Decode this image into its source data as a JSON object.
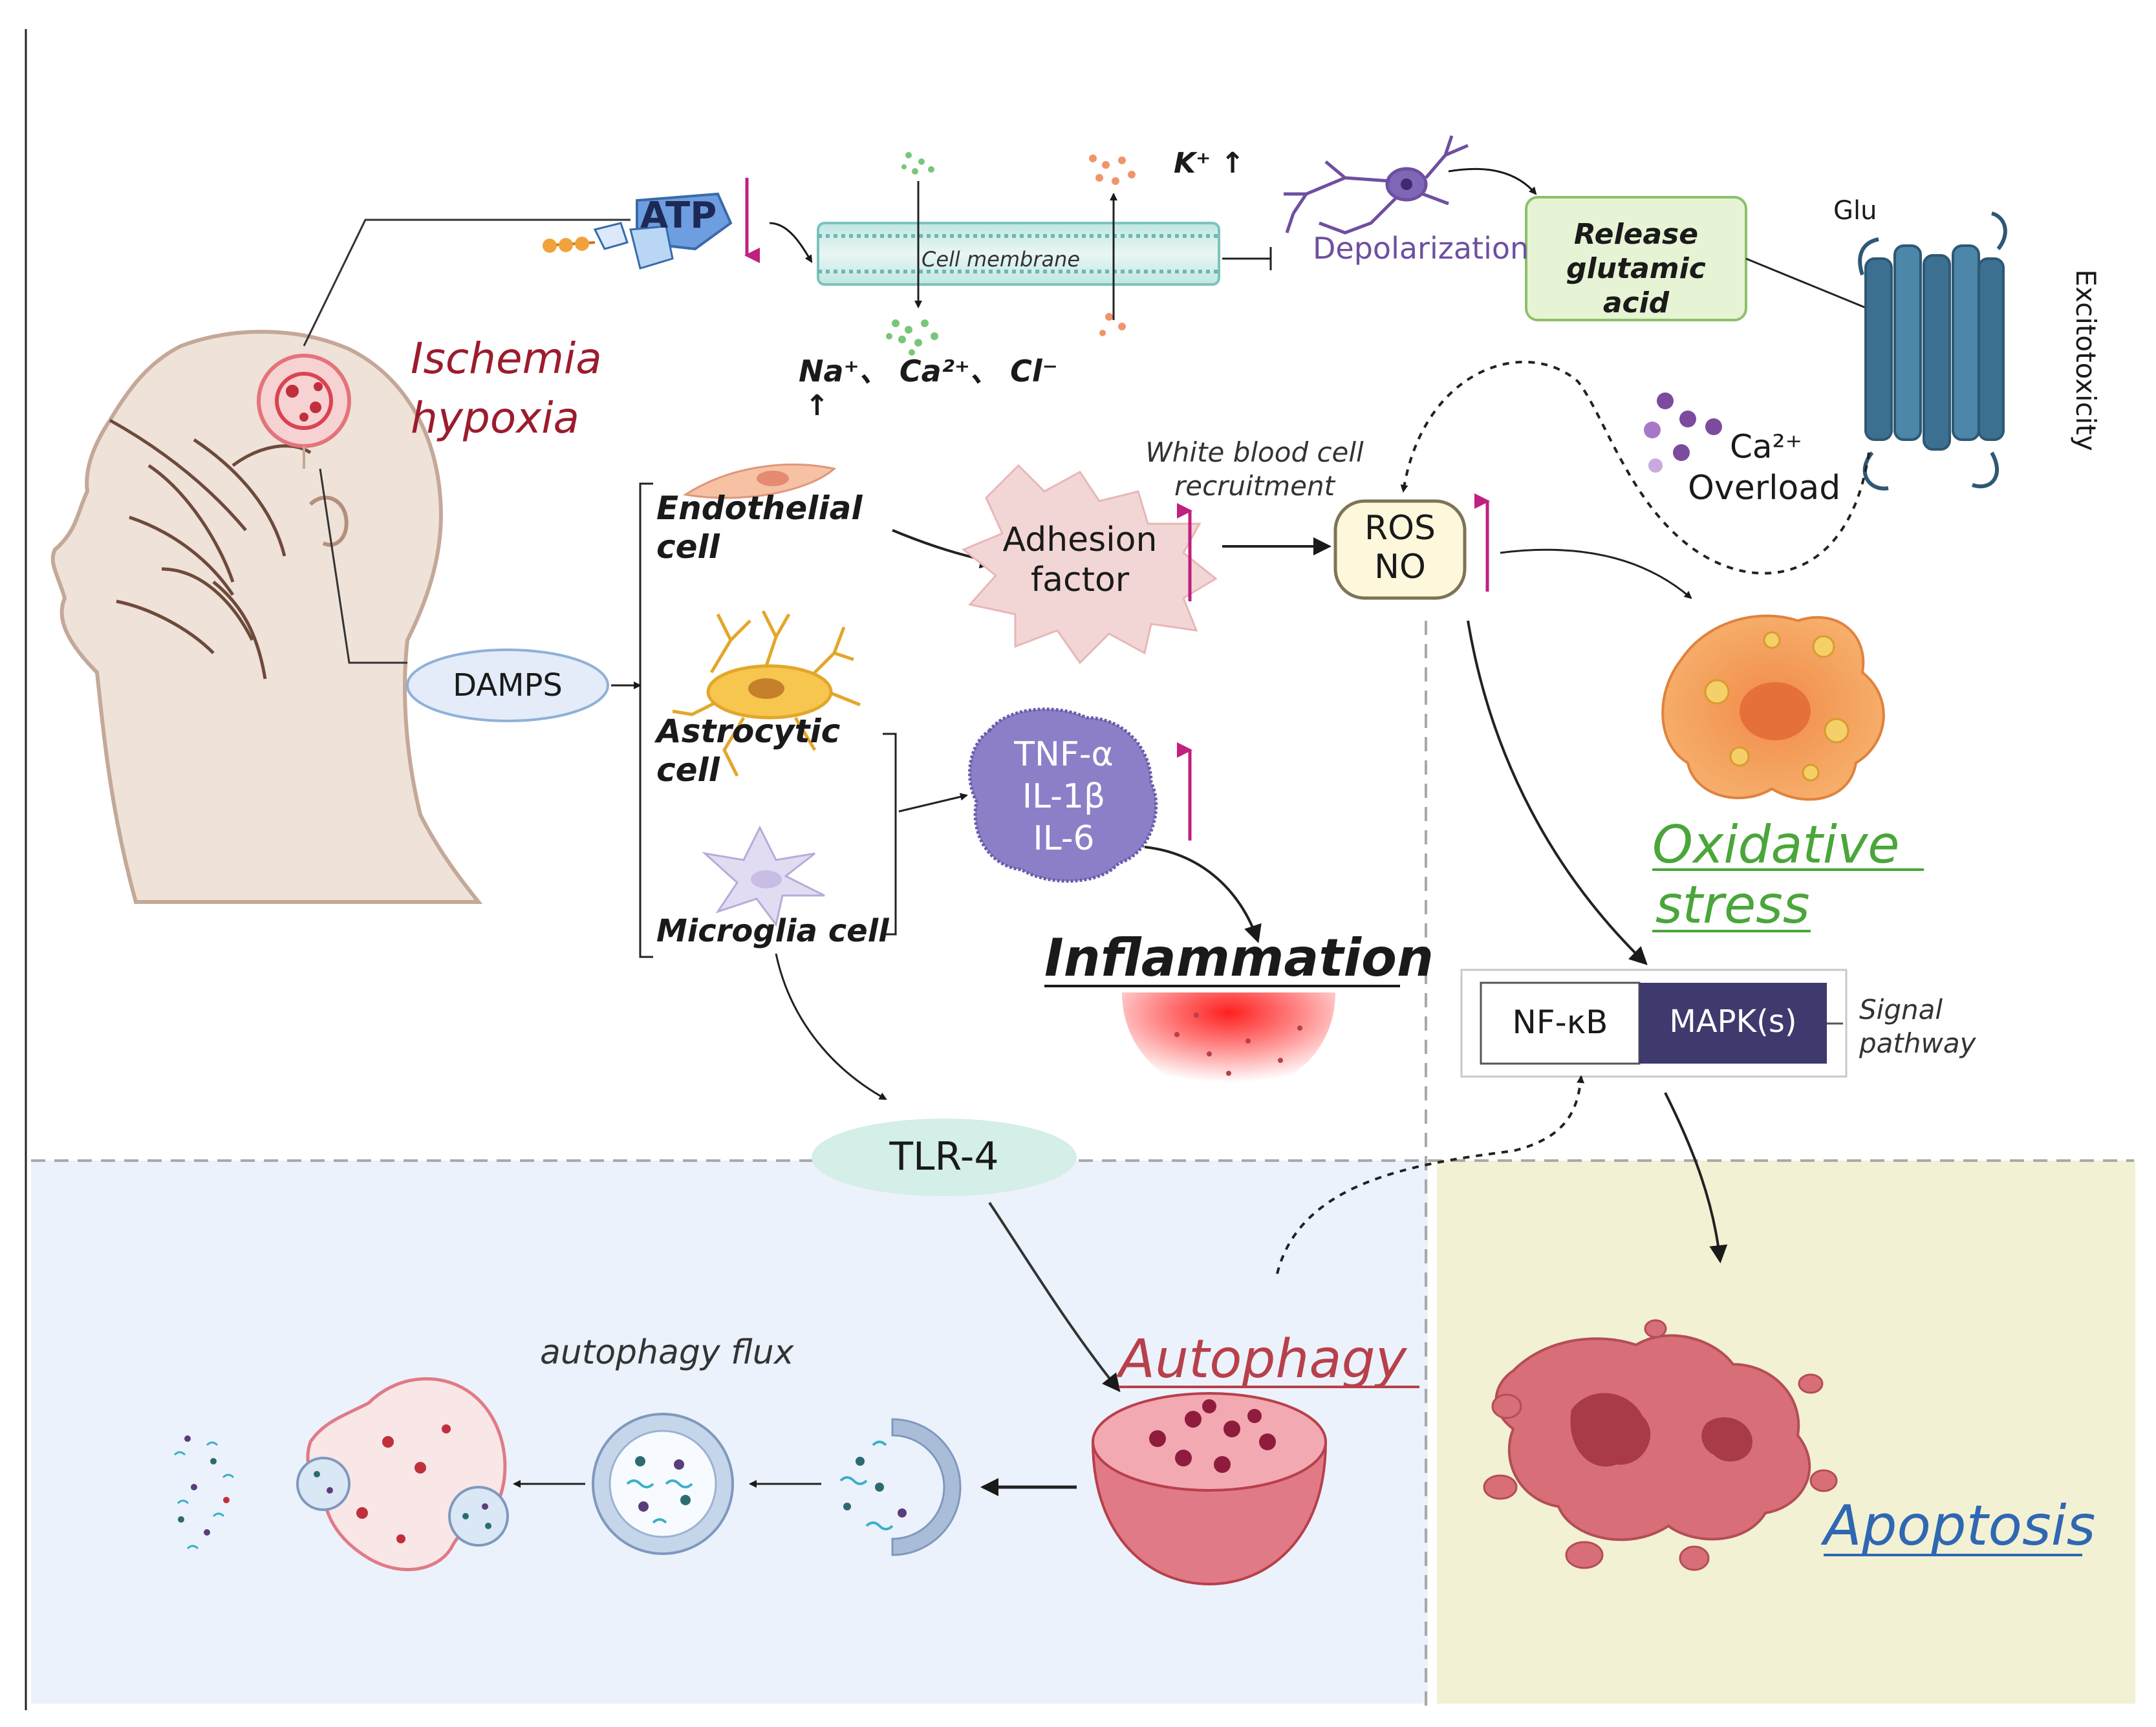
{
  "labels": {
    "atp": "ATP",
    "cell_membrane": "Cell membrane",
    "k_ion": "K⁺ ↑",
    "ions_in": "Na⁺、 Ca²⁺、 Cl⁻",
    "ions_up_arrow": "↑",
    "depolarization": "Depolarization",
    "release_line1": "Release",
    "release_line2": "glutamic",
    "release_line3": "acid",
    "glu": "Glu",
    "excitotoxicity": "Excitotoxicity",
    "ischemia": "Ischemia",
    "hypoxia": "hypoxia",
    "endothelial_1": "Endothelial",
    "endothelial_2": "cell",
    "wbc_1": "White blood cell",
    "wbc_2": "recruitment",
    "adhesion_1": "Adhesion",
    "adhesion_2": "factor",
    "ros": "ROS",
    "no": "NO",
    "ca_1": "Ca²⁺",
    "ca_2": "Overload",
    "damps": "DAMPS",
    "astro_1": "Astrocytic",
    "astro_2": "cell",
    "tnf": "TNF-α",
    "il1": "IL-1β",
    "il6": "IL-6",
    "oxidative_1": "Oxidative",
    "oxidative_2": "stress",
    "microglia": "Microglia cell",
    "inflammation": "Inflammation",
    "nfkb": "NF-κB",
    "mapk": "MAPK(s)",
    "signal_1": "Signal",
    "signal_2": "pathway",
    "tlr4": "TLR-4",
    "autophagy_flux": "autophagy flux",
    "autophagy": "Autophagy",
    "apoptosis": "Apoptosis"
  },
  "colors": {
    "ischemia_red": "#9b1c2e",
    "oxidative_green": "#4aa63a",
    "autophagy_red": "#b8404a",
    "apoptosis_blue": "#2f67b2",
    "mapk_purple": "#3e3a6e",
    "atp_blue": "#6d9ee0",
    "release_green": "#e6f3d4",
    "tlr4_teal": "#d4eee8",
    "damps_blue": "#e3ecf8",
    "pink_arrow": "#c0207e",
    "autophagy_panel": "#ebf2fb",
    "apoptosis_panel": "#f3f1d4",
    "depolarization_purple": "#6e4fa0"
  }
}
